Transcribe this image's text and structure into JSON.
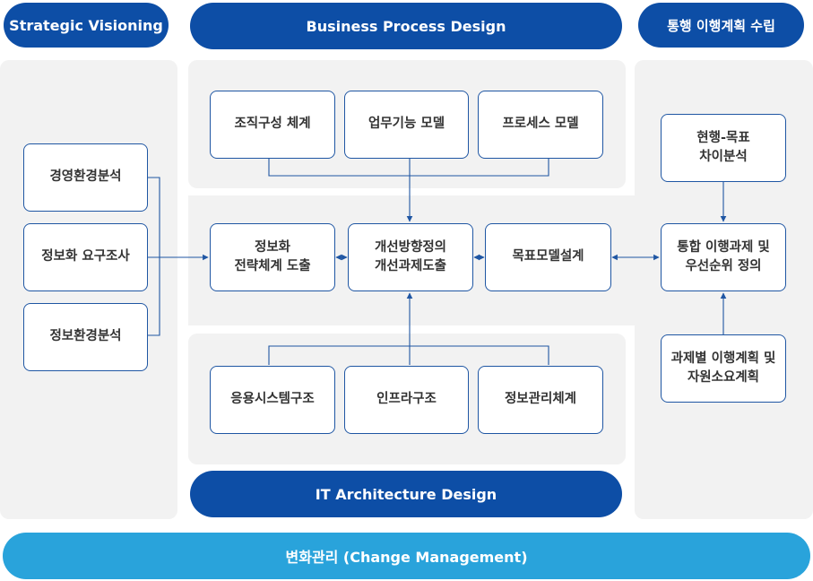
{
  "headers": {
    "strategic": "Strategic Visioning",
    "business": "Business Process Design",
    "plan": "통행 이행계획 수립",
    "it": "IT Architecture Design",
    "change": "변화관리 (Change Management)"
  },
  "left_boxes": [
    "경영환경분석",
    "정보화 요구조사",
    "정보환경분석"
  ],
  "top_boxes": [
    "조직구성 체계",
    "업무기능 모델",
    "프로세스 모델"
  ],
  "middle_boxes": [
    "정보화\n전략체계 도출",
    "개선방향정의\n개선과제도출",
    "목표모델설계"
  ],
  "bottom_boxes": [
    "응용시스템구조",
    "인프라구조",
    "정보관리체계"
  ],
  "right_boxes": [
    "현행-목표\n차이분석",
    "통합 이행과제 및\n우선순위 정의",
    "과제별 이행계획 및\n자원소요계획"
  ],
  "colors": {
    "dark_blue": "#0d4ea6",
    "light_blue": "#29a3db",
    "panel": "#f2f2f2",
    "box_border": "#1f56a3"
  }
}
